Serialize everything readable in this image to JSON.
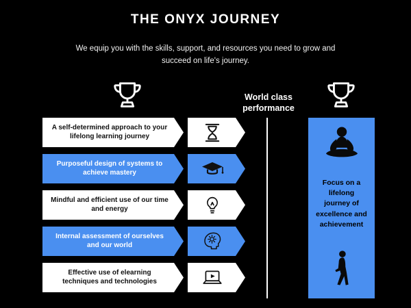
{
  "title": "THE ONYX JOURNEY",
  "subtitle": "We equip you with the skills, support, and resources you need to grow and succeed on life's journey.",
  "world_class_label": "World class performance",
  "colors": {
    "background": "#000000",
    "accent_blue": "#4a8ff0",
    "banner_white": "#ffffff",
    "icon_ink": "#111111"
  },
  "rows": [
    {
      "label": "A self-determined approach to your lifelong learning journey",
      "variant": "white",
      "icon": "hourglass-icon"
    },
    {
      "label": "Purposeful design of systems to achieve mastery",
      "variant": "blue",
      "icon": "graduation-cap-icon"
    },
    {
      "label": "Mindful and efficient use of our time and energy",
      "variant": "white",
      "icon": "lightbulb-icon"
    },
    {
      "label": "Internal assessment of ourselves and our world",
      "variant": "blue",
      "icon": "head-gear-icon"
    },
    {
      "label": "Effective use of elearning techniques and technologies",
      "variant": "white",
      "icon": "laptop-play-icon"
    }
  ],
  "focus_panel": {
    "text": "Focus on a lifelong journey of excellence and achievement"
  }
}
